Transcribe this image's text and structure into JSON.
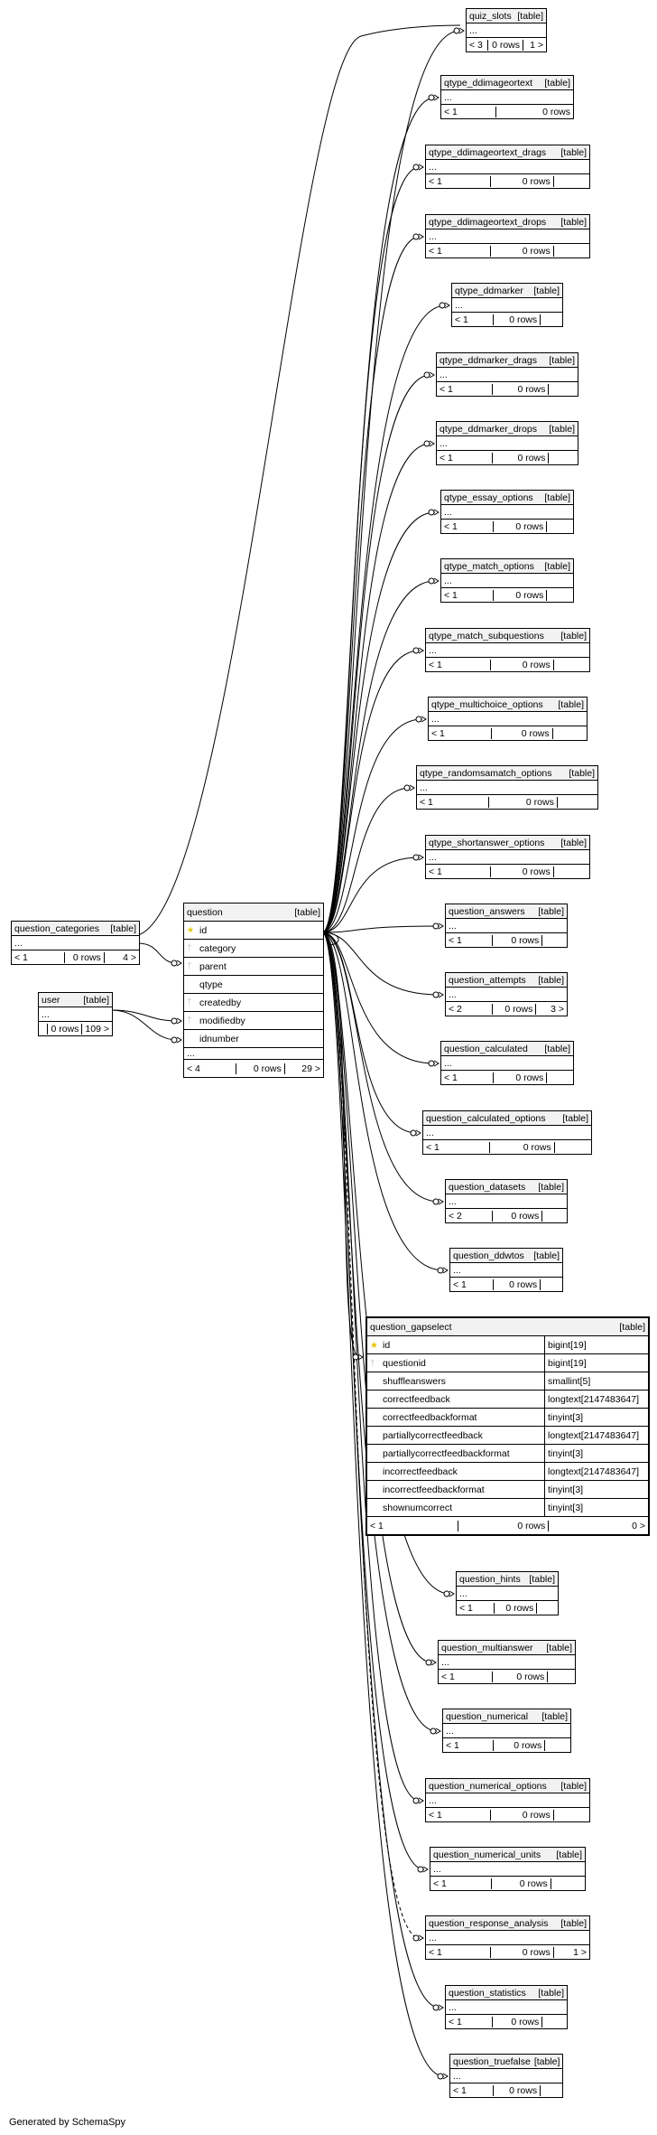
{
  "footer": "Generated by SchemaSpy",
  "tables": {
    "question_categories": {
      "name": "question_categories",
      "type": "[table]",
      "ell": "...",
      "prev": "< 1",
      "rows": "0 rows",
      "next": "4 >"
    },
    "user": {
      "name": "user",
      "type": "[table]",
      "ell": "...",
      "prev": "",
      "rows": "0 rows",
      "next": "109 >"
    },
    "question": {
      "name": "question",
      "type": "[table]",
      "columns": [
        {
          "key": "pk",
          "name": "id"
        },
        {
          "key": "fk",
          "name": "category"
        },
        {
          "key": "fk",
          "name": "parent"
        },
        {
          "key": "",
          "name": "qtype"
        },
        {
          "key": "fk",
          "name": "createdby"
        },
        {
          "key": "fk",
          "name": "modifiedby"
        },
        {
          "key": "",
          "name": "idnumber"
        }
      ],
      "ell": "...",
      "prev": "< 4",
      "rows": "0 rows",
      "next": "29 >"
    },
    "quiz_slots": {
      "name": "quiz_slots",
      "type": "[table]",
      "ell": "...",
      "prev": "< 3",
      "rows": "0 rows",
      "next": "1 >"
    },
    "qtype_ddimageortext": {
      "name": "qtype_ddimageortext",
      "type": "[table]",
      "ell": "...",
      "prev": "< 1",
      "rows": "0 rows",
      "next": ""
    },
    "qtype_ddimageortext_drags": {
      "name": "qtype_ddimageortext_drags",
      "type": "[table]",
      "ell": "...",
      "prev": "< 1",
      "rows": "0 rows",
      "next": ""
    },
    "qtype_ddimageortext_drops": {
      "name": "qtype_ddimageortext_drops",
      "type": "[table]",
      "ell": "...",
      "prev": "< 1",
      "rows": "0 rows",
      "next": ""
    },
    "qtype_ddmarker": {
      "name": "qtype_ddmarker",
      "type": "[table]",
      "ell": "...",
      "prev": "< 1",
      "rows": "0 rows",
      "next": ""
    },
    "qtype_ddmarker_drags": {
      "name": "qtype_ddmarker_drags",
      "type": "[table]",
      "ell": "...",
      "prev": "< 1",
      "rows": "0 rows",
      "next": ""
    },
    "qtype_ddmarker_drops": {
      "name": "qtype_ddmarker_drops",
      "type": "[table]",
      "ell": "...",
      "prev": "< 1",
      "rows": "0 rows",
      "next": ""
    },
    "qtype_essay_options": {
      "name": "qtype_essay_options",
      "type": "[table]",
      "ell": "...",
      "prev": "< 1",
      "rows": "0 rows",
      "next": ""
    },
    "qtype_match_options": {
      "name": "qtype_match_options",
      "type": "[table]",
      "ell": "...",
      "prev": "< 1",
      "rows": "0 rows",
      "next": ""
    },
    "qtype_match_subquestions": {
      "name": "qtype_match_subquestions",
      "type": "[table]",
      "ell": "...",
      "prev": "< 1",
      "rows": "0 rows",
      "next": ""
    },
    "qtype_multichoice_options": {
      "name": "qtype_multichoice_options",
      "type": "[table]",
      "ell": "...",
      "prev": "< 1",
      "rows": "0 rows",
      "next": ""
    },
    "qtype_randomsamatch_options": {
      "name": "qtype_randomsamatch_options",
      "type": "[table]",
      "ell": "...",
      "prev": "< 1",
      "rows": "0 rows",
      "next": ""
    },
    "qtype_shortanswer_options": {
      "name": "qtype_shortanswer_options",
      "type": "[table]",
      "ell": "...",
      "prev": "< 1",
      "rows": "0 rows",
      "next": ""
    },
    "question_answers": {
      "name": "question_answers",
      "type": "[table]",
      "ell": "...",
      "prev": "< 1",
      "rows": "0 rows",
      "next": ""
    },
    "question_attempts": {
      "name": "question_attempts",
      "type": "[table]",
      "ell": "...",
      "prev": "< 2",
      "rows": "0 rows",
      "next": "3 >"
    },
    "question_calculated": {
      "name": "question_calculated",
      "type": "[table]",
      "ell": "...",
      "prev": "< 1",
      "rows": "0 rows",
      "next": ""
    },
    "question_calculated_options": {
      "name": "question_calculated_options",
      "type": "[table]",
      "ell": "...",
      "prev": "< 1",
      "rows": "0 rows",
      "next": ""
    },
    "question_datasets": {
      "name": "question_datasets",
      "type": "[table]",
      "ell": "...",
      "prev": "< 2",
      "rows": "0 rows",
      "next": ""
    },
    "question_ddwtos": {
      "name": "question_ddwtos",
      "type": "[table]",
      "ell": "...",
      "prev": "< 1",
      "rows": "0 rows",
      "next": ""
    },
    "question_gapselect": {
      "name": "question_gapselect",
      "type": "[table]",
      "columns": [
        {
          "key": "pk",
          "name": "id",
          "dtype": "bigint[19]"
        },
        {
          "key": "fk",
          "name": "questionid",
          "dtype": "bigint[19]"
        },
        {
          "key": "",
          "name": "shuffleanswers",
          "dtype": "smallint[5]"
        },
        {
          "key": "",
          "name": "correctfeedback",
          "dtype": "longtext[2147483647]"
        },
        {
          "key": "",
          "name": "correctfeedbackformat",
          "dtype": "tinyint[3]"
        },
        {
          "key": "",
          "name": "partiallycorrectfeedback",
          "dtype": "longtext[2147483647]"
        },
        {
          "key": "",
          "name": "partiallycorrectfeedbackformat",
          "dtype": "tinyint[3]"
        },
        {
          "key": "",
          "name": "incorrectfeedback",
          "dtype": "longtext[2147483647]"
        },
        {
          "key": "",
          "name": "incorrectfeedbackformat",
          "dtype": "tinyint[3]"
        },
        {
          "key": "",
          "name": "shownumcorrect",
          "dtype": "tinyint[3]"
        }
      ],
      "prev": "< 1",
      "rows": "0 rows",
      "next": "0 >"
    },
    "question_hints": {
      "name": "question_hints",
      "type": "[table]",
      "ell": "...",
      "prev": "< 1",
      "rows": "0 rows",
      "next": ""
    },
    "question_multianswer": {
      "name": "question_multianswer",
      "type": "[table]",
      "ell": "...",
      "prev": "< 1",
      "rows": "0 rows",
      "next": ""
    },
    "question_numerical": {
      "name": "question_numerical",
      "type": "[table]",
      "ell": "...",
      "prev": "< 1",
      "rows": "0 rows",
      "next": ""
    },
    "question_numerical_options": {
      "name": "question_numerical_options",
      "type": "[table]",
      "ell": "...",
      "prev": "< 1",
      "rows": "0 rows",
      "next": ""
    },
    "question_numerical_units": {
      "name": "question_numerical_units",
      "type": "[table]",
      "ell": "...",
      "prev": "< 1",
      "rows": "0 rows",
      "next": ""
    },
    "question_response_analysis": {
      "name": "question_response_analysis",
      "type": "[table]",
      "ell": "...",
      "prev": "< 1",
      "rows": "0 rows",
      "next": "1 >"
    },
    "question_statistics": {
      "name": "question_statistics",
      "type": "[table]",
      "ell": "...",
      "prev": "< 1",
      "rows": "0 rows",
      "next": ""
    },
    "question_truefalse": {
      "name": "question_truefalse",
      "type": "[table]",
      "ell": "...",
      "prev": "< 1",
      "rows": "0 rows",
      "next": ""
    }
  },
  "colors": {
    "primary_key": "#e8c500",
    "foreign_key": "#c8c8c8",
    "header_bg": "#f2f2f2"
  }
}
